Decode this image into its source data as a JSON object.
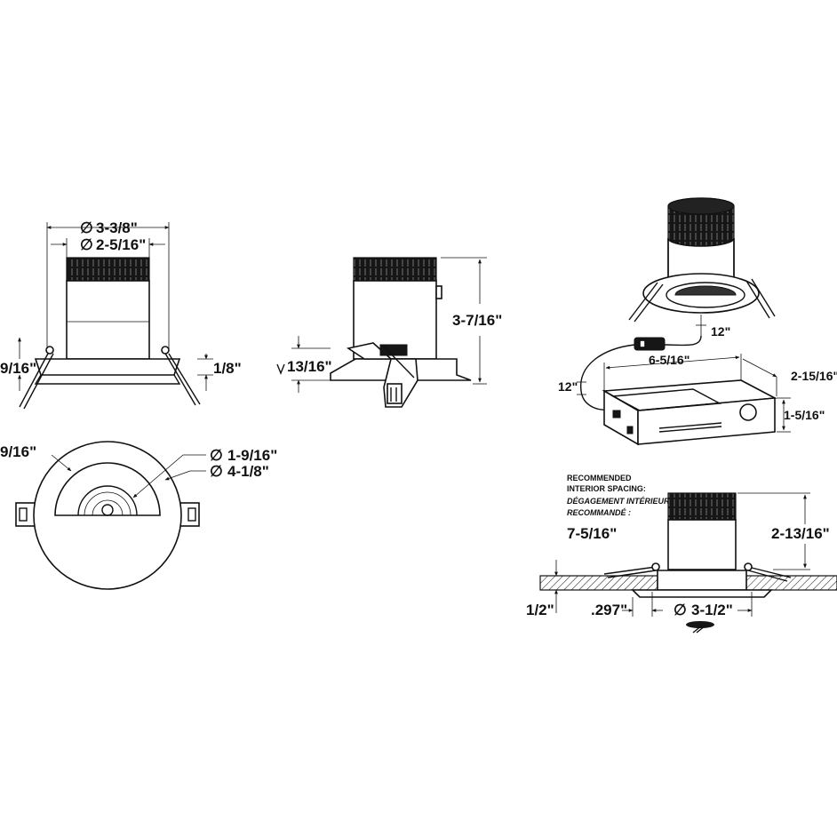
{
  "front_view": {
    "outer_diameter": "3-3/8\"",
    "inner_diameter": "2-5/16\"",
    "left_height": "9/16\"",
    "flange_thickness": "1/8\""
  },
  "side_view": {
    "overall_height": "3-7/16\"",
    "clip_height": "13/16\""
  },
  "bottom_view": {
    "left_dim": "9/16\"",
    "aperture_diameter": "1-9/16\"",
    "trim_diameter": "4-1/8\""
  },
  "junction_box": {
    "cable_top": "12\"",
    "cable_left": "12\"",
    "length": "6-5/16\"",
    "width": "2-15/16\"",
    "height": "1-5/16\""
  },
  "install_view": {
    "note_line1": "RECOMMENDED",
    "note_line2": "INTERIOR SPACING:",
    "note_line3": "DÉGAGEMENT INTÉRIEUR",
    "note_line4": "RECOMMANDÉ :",
    "spacing": "7-5/16\"",
    "height": "2-13/16\"",
    "ceiling_thickness": "1/2\"",
    "flange_offset": ".297\"",
    "cutout_diameter": "3-1/2\""
  },
  "symbols": {
    "diameter": "∅"
  }
}
